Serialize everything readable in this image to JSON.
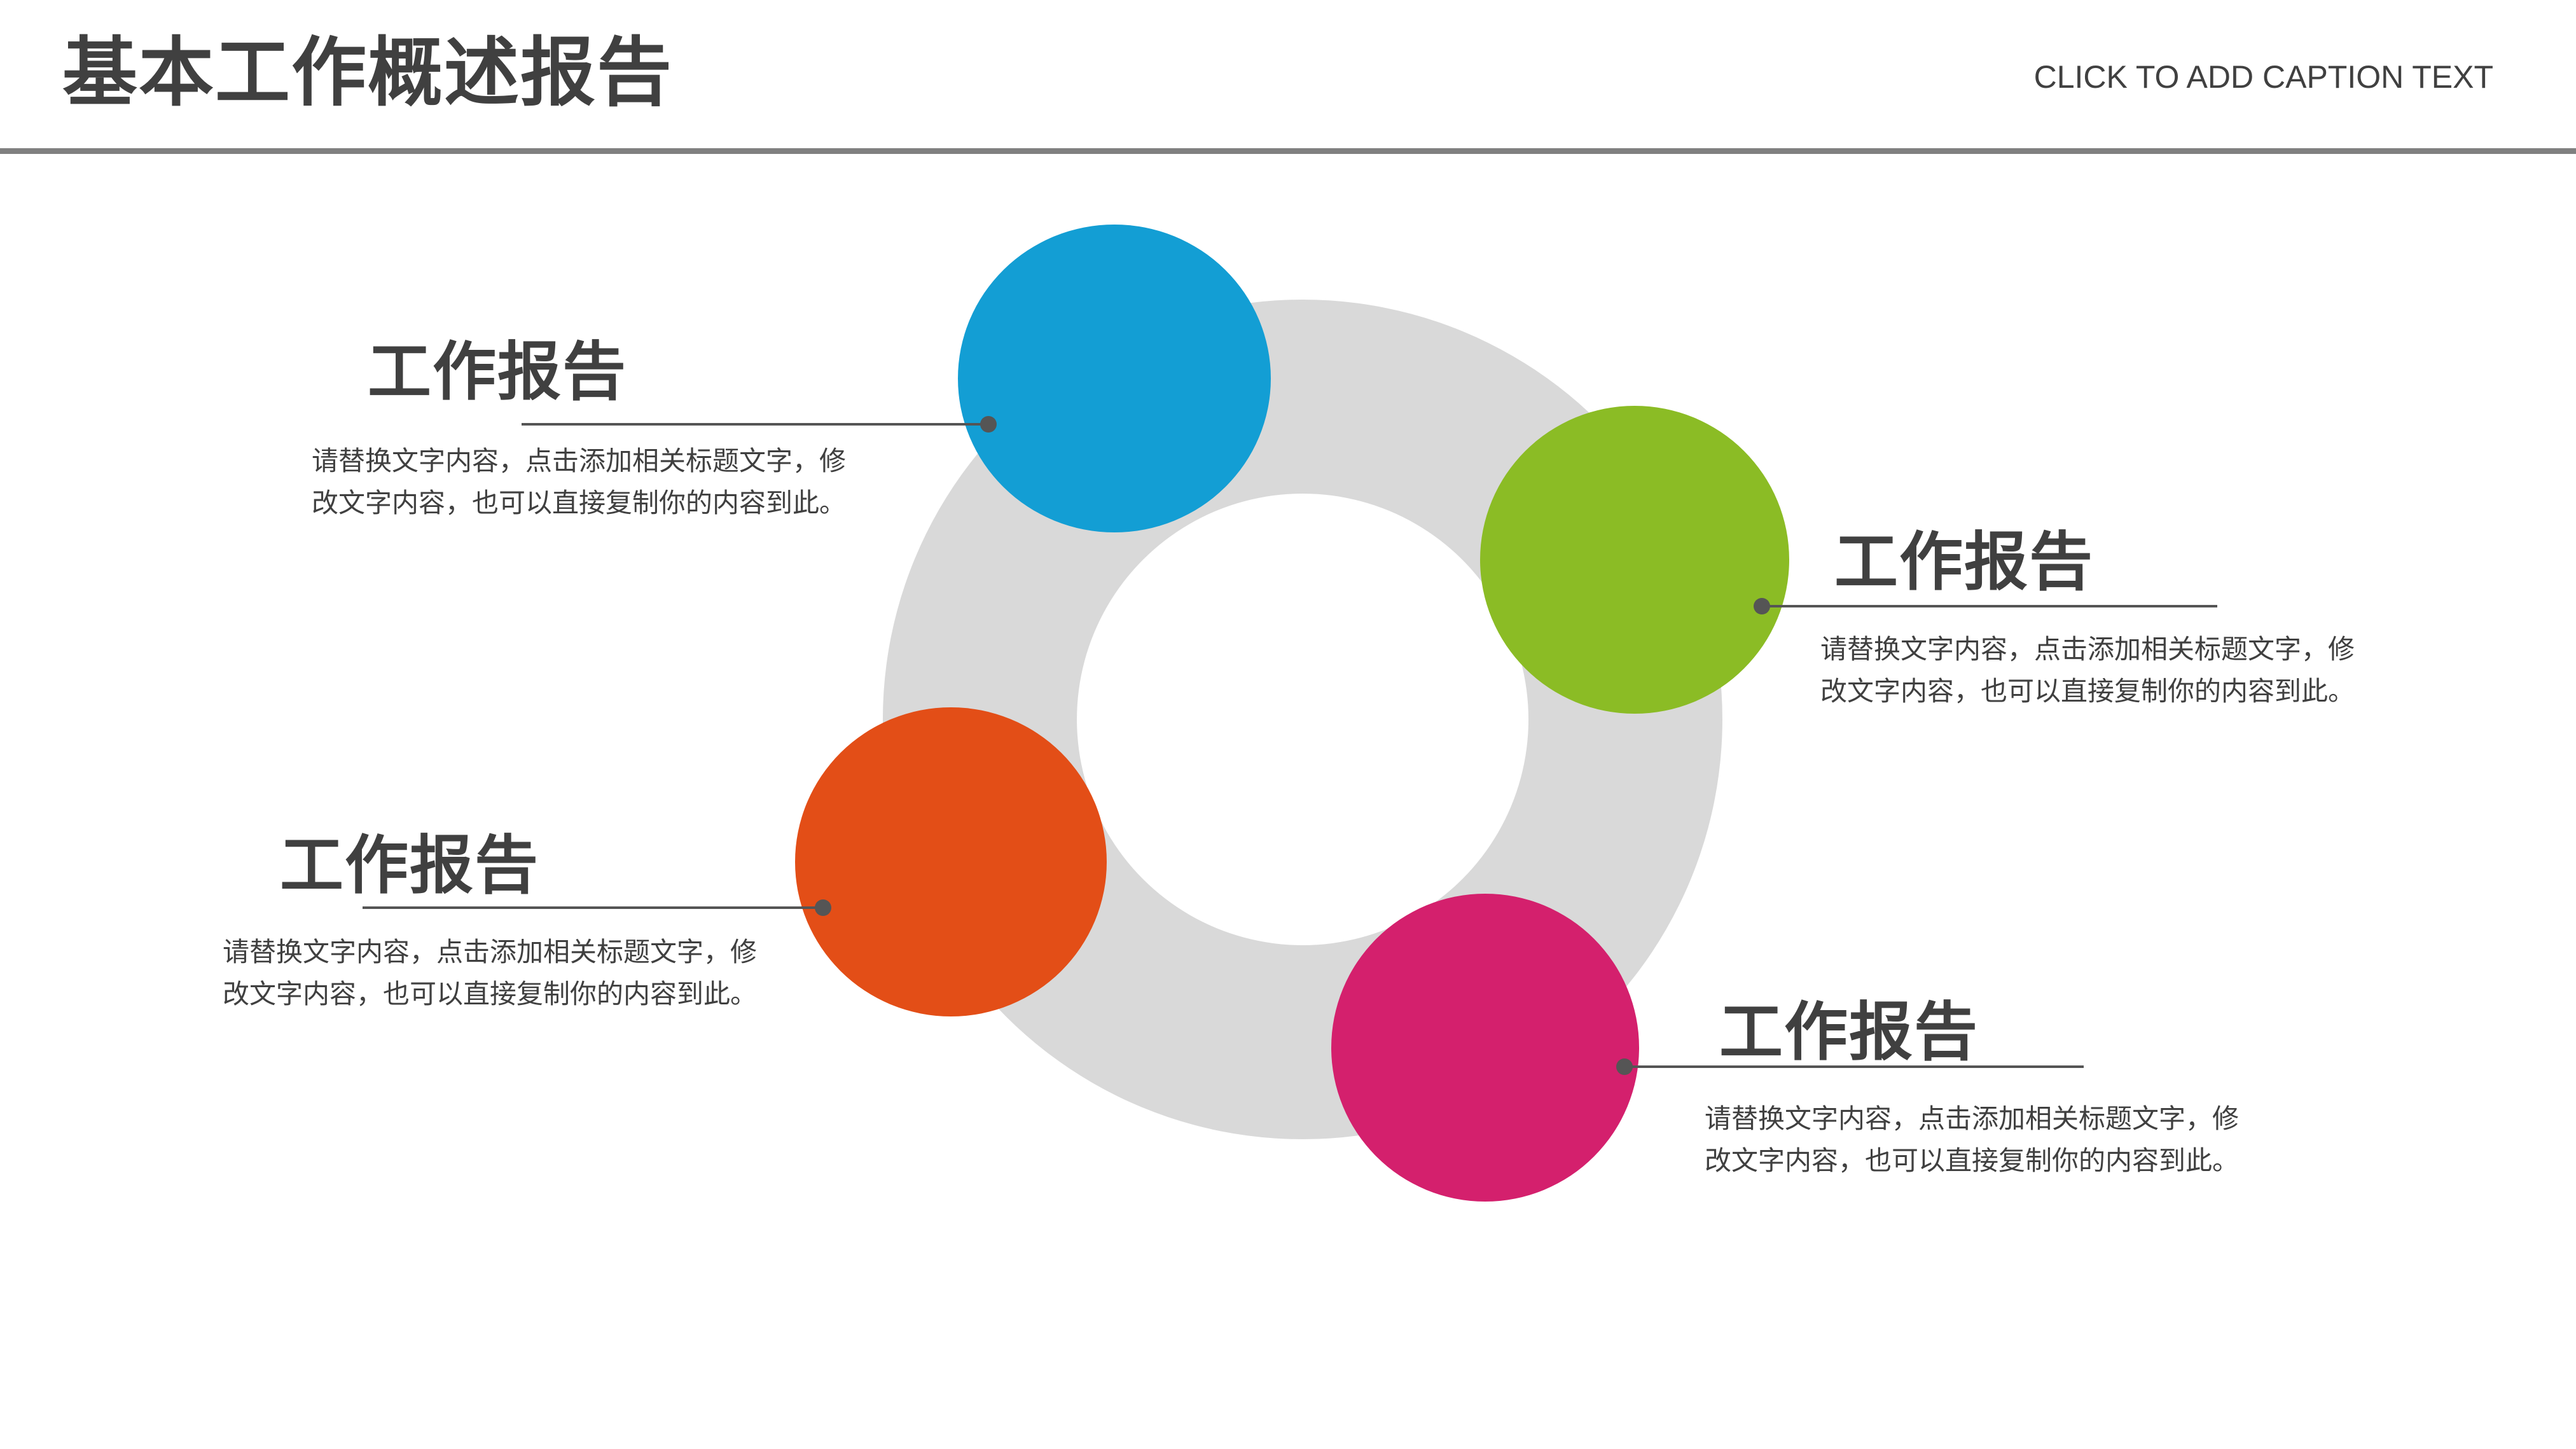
{
  "header": {
    "title": "基本工作概述报告",
    "caption": "CLICK TO ADD CAPTION TEXT"
  },
  "colors": {
    "ring": "#d9d9d9",
    "rule": "#808080",
    "text": "#404040",
    "connector": "#555555",
    "blue": "#139ed4",
    "green": "#8bbc25",
    "orange": "#e34e17",
    "magenta": "#d4206d"
  },
  "items": [
    {
      "position": "top-left",
      "color": "blue",
      "title": "工作报告",
      "line1": "请替换文字内容，点击添加相关标题文字，修",
      "line2": "改文字内容，也可以直接复制你的内容到此。"
    },
    {
      "position": "right",
      "color": "green",
      "title": "工作报告",
      "line1": "请替换文字内容，点击添加相关标题文字，修",
      "line2": "改文字内容，也可以直接复制你的内容到此。"
    },
    {
      "position": "bottom-left",
      "color": "orange",
      "title": "工作报告",
      "line1": "请替换文字内容，点击添加相关标题文字，修",
      "line2": "改文字内容，也可以直接复制你的内容到此。"
    },
    {
      "position": "bottom-right",
      "color": "magenta",
      "title": "工作报告",
      "line1": "请替换文字内容，点击添加相关标题文字，修",
      "line2": "改文字内容，也可以直接复制你的内容到此。"
    }
  ]
}
